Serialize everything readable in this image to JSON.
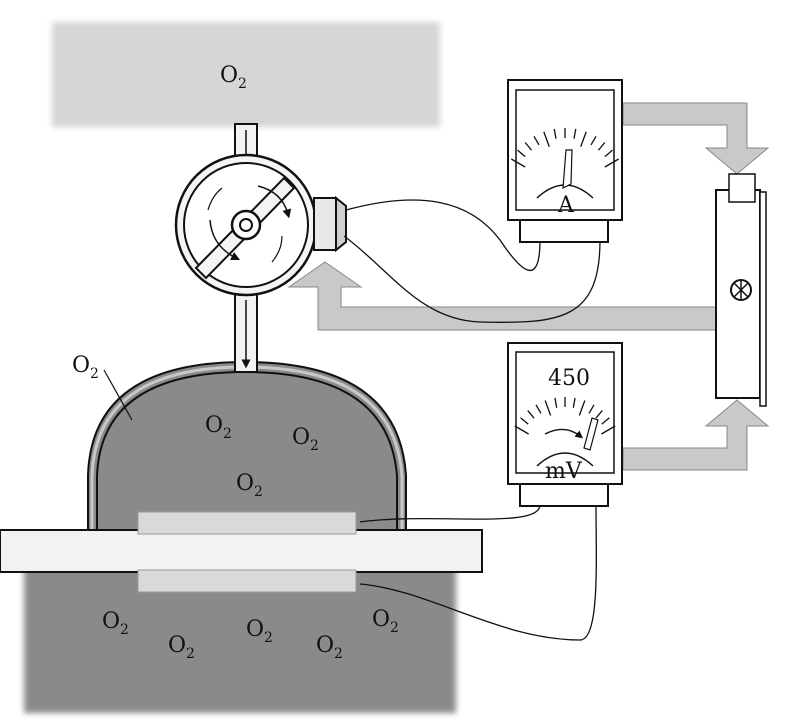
{
  "labels": {
    "o2_main": "O",
    "o2_sub": "2"
  },
  "ammeter": {
    "unit": "A"
  },
  "voltmeter": {
    "value": "450",
    "unit": "mV"
  },
  "colors": {
    "reservoir": "#d6d6d6",
    "chamber": "#8a8a8a",
    "arrow": "#c9c9c9",
    "ink": "#111111",
    "tube": "#f2f2f2"
  },
  "icons": {
    "lamp": "lamp-symbol-icon"
  }
}
